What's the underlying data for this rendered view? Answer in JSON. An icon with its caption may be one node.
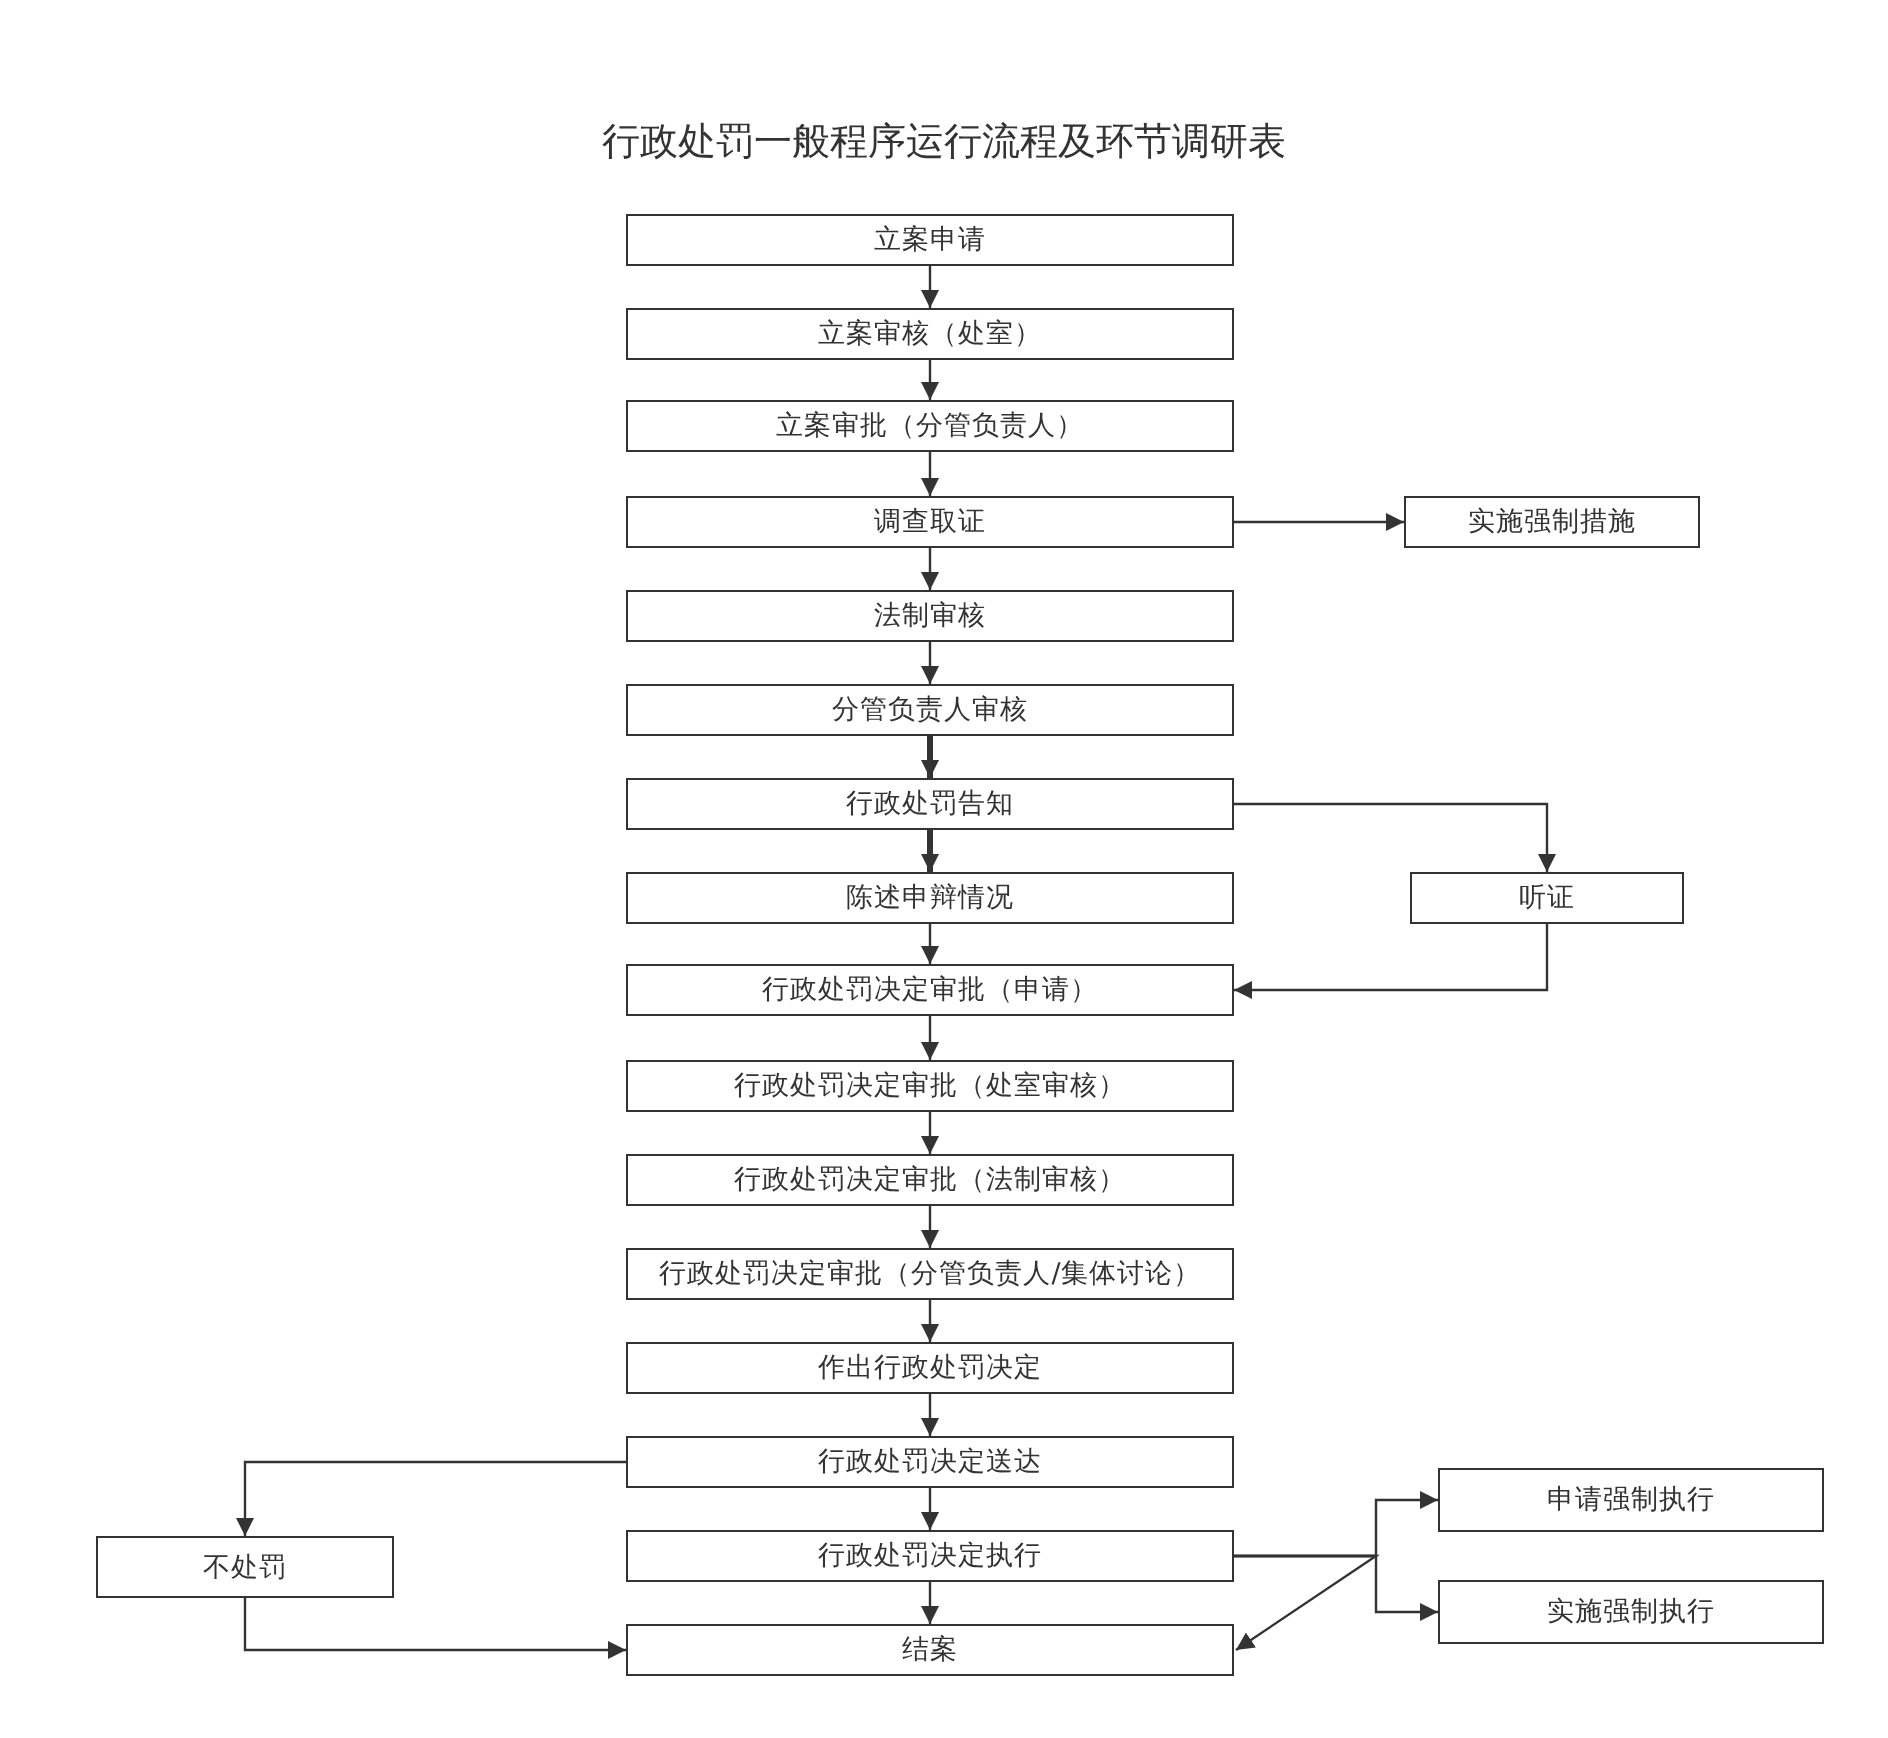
{
  "diagram": {
    "title": "行政处罚一般程序运行流程及环节调研表",
    "nodes": [
      {
        "text": [
          "立案申请"
        ]
      },
      {
        "text": [
          "立案审核（处室）"
        ]
      },
      {
        "text": [
          "立案审批（分管负责人）"
        ]
      },
      {
        "text": [
          "调查取证"
        ]
      },
      {
        "text": [
          "实施强制措施"
        ]
      },
      {
        "text": [
          "法制审核"
        ]
      },
      {
        "text": [
          "分管负责人审核"
        ]
      },
      {
        "text": [
          "行政处罚告知"
        ]
      },
      {
        "text": [
          "陈述申辩情况"
        ]
      },
      {
        "text": [
          "听证"
        ]
      },
      {
        "text": [
          "行政处罚决定审批（申请）"
        ]
      },
      {
        "text": [
          "行政处罚决定审批（处室审核）"
        ]
      },
      {
        "text": [
          "行政处罚决定审批（法制审核）"
        ]
      },
      {
        "text": [
          "行政处罚决定审批（分管负责人/集体讨论）"
        ]
      },
      {
        "text": [
          "作出行政处罚决定"
        ]
      },
      {
        "text": [
          "行政处罚决定送达"
        ]
      },
      {
        "text": [
          "申请强制执行"
        ]
      },
      {
        "text": [
          "不处罚"
        ]
      },
      {
        "text": [
          "行政处罚决定执行"
        ]
      },
      {
        "text": [
          "实施强制执行"
        ]
      },
      {
        "text": [
          "结案"
        ]
      }
    ],
    "edges": [
      {
        "from": 0,
        "to": 1,
        "arrow": "to"
      },
      {
        "from": 1,
        "to": 2,
        "arrow": "to"
      },
      {
        "from": 2,
        "to": 3,
        "arrow": "to"
      },
      {
        "from": 3,
        "to": 4,
        "arrow": "to"
      },
      {
        "from": 3,
        "to": 5,
        "arrow": "to"
      },
      {
        "from": 5,
        "to": 6,
        "arrow": "to"
      },
      {
        "from": 6,
        "to": 7,
        "arrow": "to",
        "style": "thick"
      },
      {
        "from": 7,
        "to": 8,
        "arrow": "to",
        "style": "thick"
      },
      {
        "from": 7,
        "to": 9,
        "arrow": "to"
      },
      {
        "from": 8,
        "to": 10,
        "arrow": "to"
      },
      {
        "from": 9,
        "to": 10,
        "arrow": "to"
      },
      {
        "from": 10,
        "to": 11,
        "arrow": "to"
      },
      {
        "from": 11,
        "to": 12,
        "arrow": "to"
      },
      {
        "from": 12,
        "to": 13,
        "arrow": "to"
      },
      {
        "from": 13,
        "to": 14,
        "arrow": "to"
      },
      {
        "from": 14,
        "to": 15,
        "arrow": "to"
      },
      {
        "from": 15,
        "to": 17,
        "arrow": "to"
      },
      {
        "from": 15,
        "to": 18,
        "arrow": "to"
      },
      {
        "from": 17,
        "to": 20,
        "arrow": "to"
      },
      {
        "from": 18,
        "to": 20,
        "arrow": "to"
      },
      {
        "from": 18,
        "to": 16,
        "arrow": "to"
      },
      {
        "from": 18,
        "to": 19,
        "arrow": "to"
      },
      {
        "from": 18,
        "to": 20,
        "arrow": "to"
      }
    ]
  }
}
